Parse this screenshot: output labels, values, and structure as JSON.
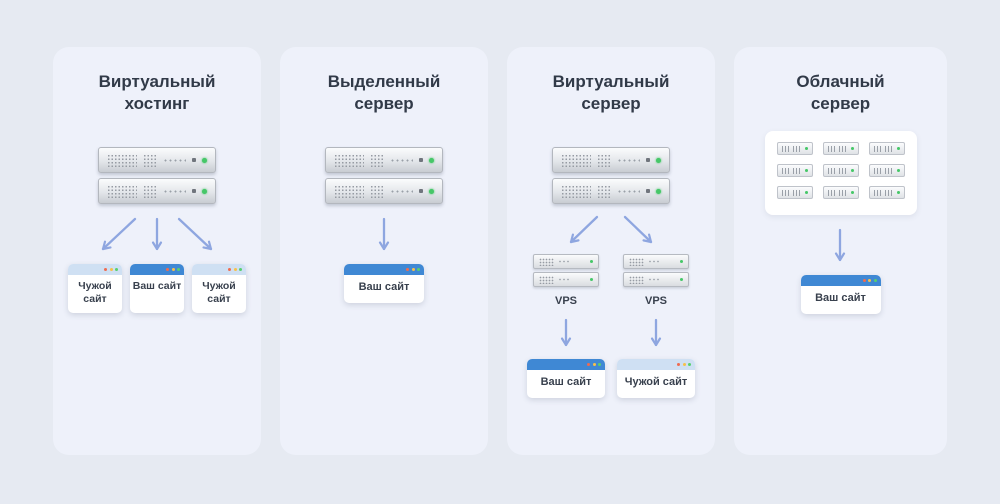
{
  "colors": {
    "page_bg": "#e6eaf2",
    "card_bg": "#eef1fa",
    "arrow": "#8ea6e0",
    "your_site_bar": "#3f88d4",
    "other_site_bar": "#cfe0f3",
    "server_led": "#46c768",
    "title_text": "#313a48"
  },
  "cards": [
    {
      "id": "shared-hosting",
      "title_line1": "Виртуальный",
      "title_line2": "хостинг",
      "sites": [
        {
          "label": "Чужой сайт",
          "owner": "other"
        },
        {
          "label": "Ваш сайт",
          "owner": "yours"
        },
        {
          "label": "Чужой сайт",
          "owner": "other"
        }
      ]
    },
    {
      "id": "dedicated-server",
      "title_line1": "Выделенный",
      "title_line2": "сервер",
      "sites": [
        {
          "label": "Ваш сайт",
          "owner": "yours"
        }
      ]
    },
    {
      "id": "virtual-server",
      "title_line1": "Виртуальный",
      "title_line2": "сервер",
      "vps_labels": [
        "VPS",
        "VPS"
      ],
      "sites": [
        {
          "label": "Ваш сайт",
          "owner": "yours"
        },
        {
          "label": "Чужой сайт",
          "owner": "other"
        }
      ]
    },
    {
      "id": "cloud-server",
      "title_line1": "Облачный",
      "title_line2": "сервер",
      "sites": [
        {
          "label": "Ваш сайт",
          "owner": "yours"
        }
      ]
    }
  ]
}
